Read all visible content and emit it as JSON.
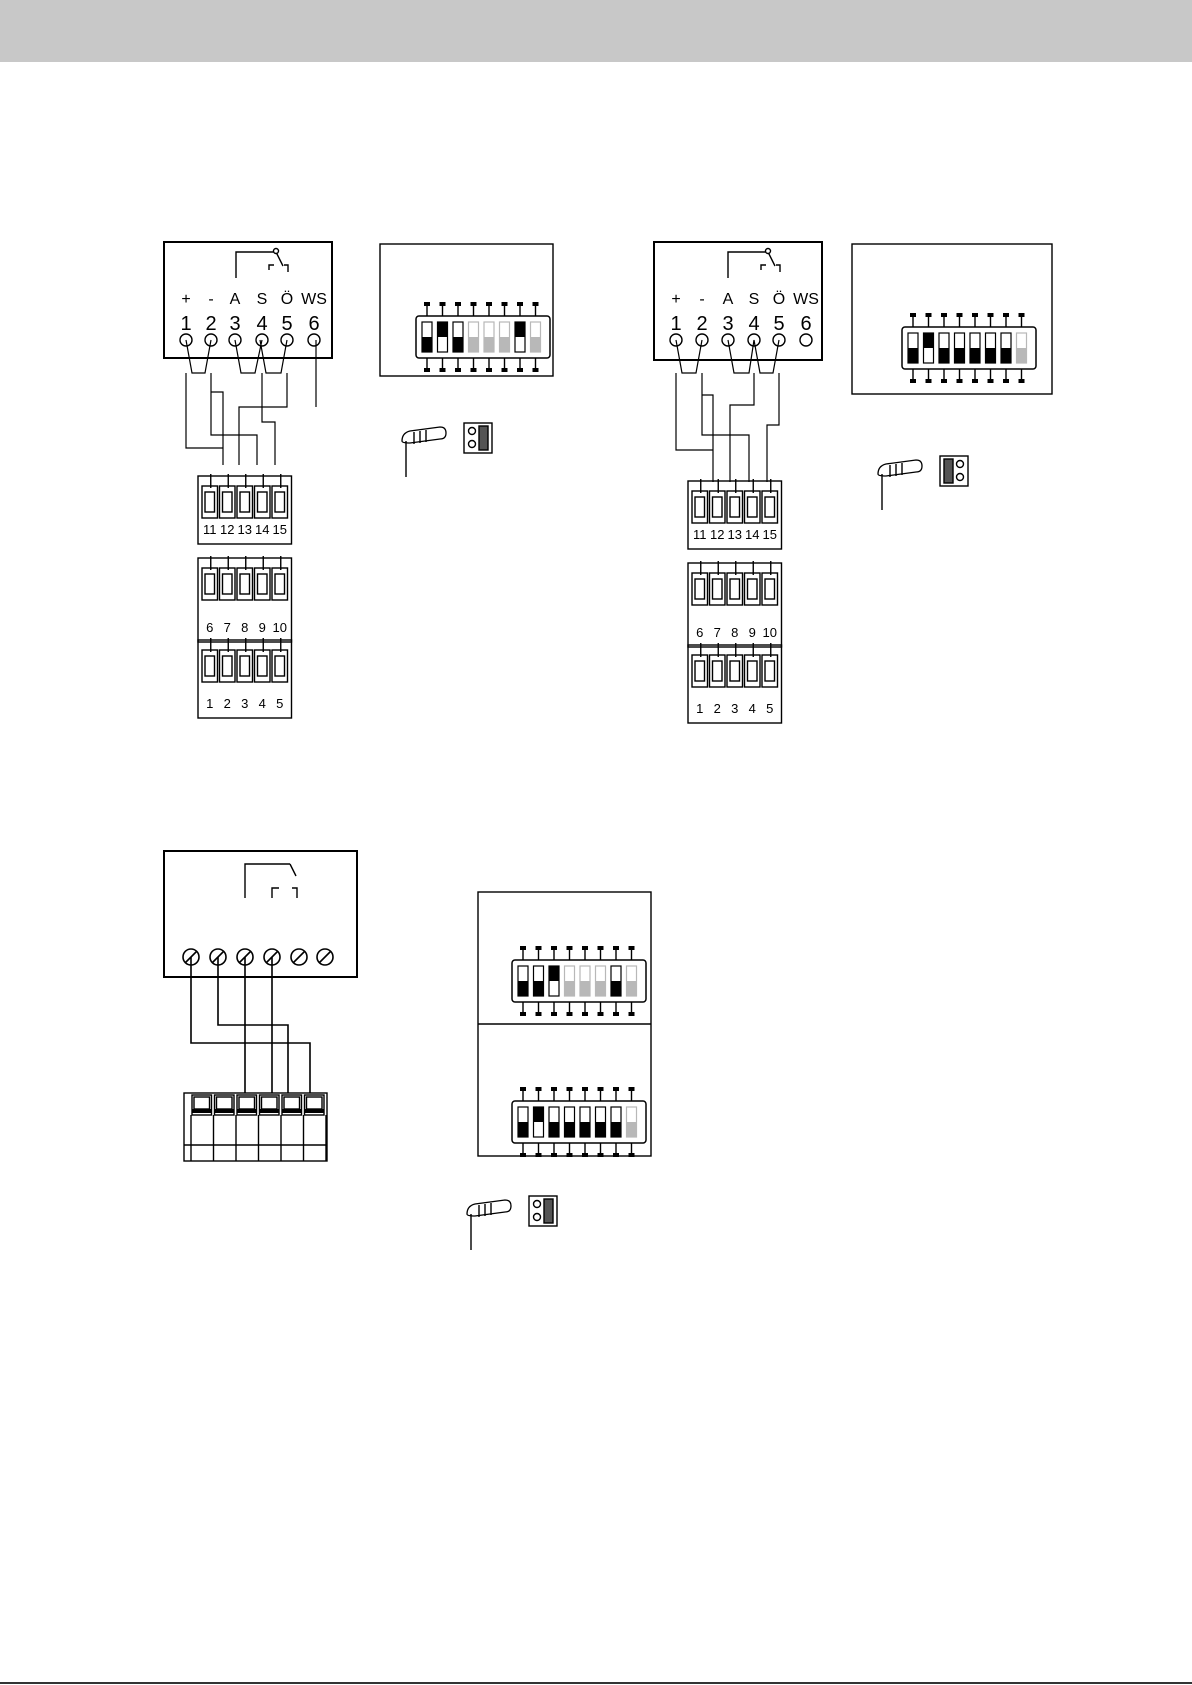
{
  "page": {
    "header_color": "#c8c8c8"
  },
  "diagram1": {
    "symbols": [
      "+",
      "-",
      "A",
      "S",
      "Ö",
      "WS"
    ],
    "numbers": [
      "1",
      "2",
      "3",
      "4",
      "5",
      "6"
    ],
    "terminal_rows": [
      [
        "11",
        "12",
        "13",
        "14",
        "15"
      ],
      [
        "6",
        "7",
        "8",
        "9",
        "10"
      ],
      [
        "1",
        "2",
        "3",
        "4",
        "5"
      ]
    ],
    "dip_switch": [
      "up",
      "down",
      "up",
      "off",
      "off",
      "off",
      "down",
      "off"
    ]
  },
  "diagram2": {
    "symbols": [
      "+",
      "-",
      "A",
      "S",
      "Ö",
      "WS"
    ],
    "numbers": [
      "1",
      "2",
      "3",
      "4",
      "5",
      "6"
    ],
    "terminal_rows": [
      [
        "11",
        "12",
        "13",
        "14",
        "15"
      ],
      [
        "6",
        "7",
        "8",
        "9",
        "10"
      ],
      [
        "1",
        "2",
        "3",
        "4",
        "5"
      ]
    ],
    "dip_switch": [
      "up",
      "down",
      "up",
      "up",
      "up",
      "up",
      "up",
      "off"
    ]
  },
  "diagram3": {
    "dip_switch_top": [
      "up",
      "up",
      "down",
      "off",
      "off",
      "off",
      "up",
      "off"
    ],
    "dip_switch_bottom": [
      "up",
      "down",
      "up",
      "up",
      "up",
      "up",
      "up",
      "off"
    ]
  }
}
